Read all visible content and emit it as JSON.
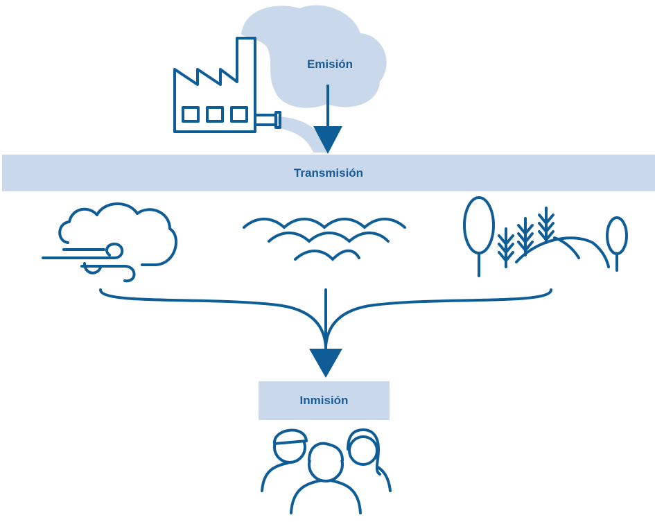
{
  "labels": {
    "emission": "Emisión",
    "transmission": "Transmisión",
    "immission": "Inmisión"
  },
  "colors": {
    "stroke": "#0f5d96",
    "band": "#c9d8ea",
    "smoke": "#c9d8ea",
    "text": "#1b5c97"
  },
  "icons": [
    "factory-icon",
    "smoke-cloud",
    "wind-cloud-icon",
    "water-waves-icon",
    "landscape-trees-icon",
    "people-group-icon"
  ]
}
